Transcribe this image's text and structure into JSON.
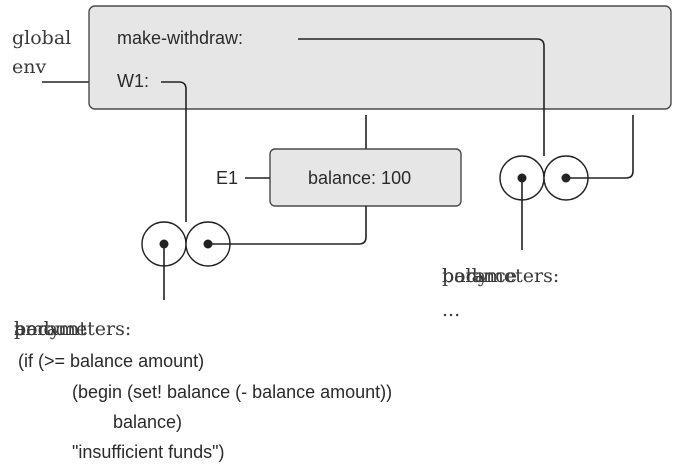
{
  "global_env": {
    "label_line1": "global",
    "label_line2": "env"
  },
  "frame_global": {
    "binding_make_withdraw": "make-withdraw:",
    "binding_w1": "W1:"
  },
  "frame_e1": {
    "name": "E1",
    "binding": "balance: 100"
  },
  "procedure_right": {
    "params_overlay_a": "parameters:",
    "params_overlay_b": "balance",
    "body_overlay": "body",
    "ellipsis": "..."
  },
  "procedure_left": {
    "params_overlay_a": "parameters:",
    "params_overlay_b": "amount",
    "body_overlay": "body",
    "code_line1": "(if (>= balance amount)",
    "code_line2": "(begin (set! balance (- balance amount))",
    "code_line3": "balance)",
    "code_line4": "\"insufficient funds\")"
  }
}
